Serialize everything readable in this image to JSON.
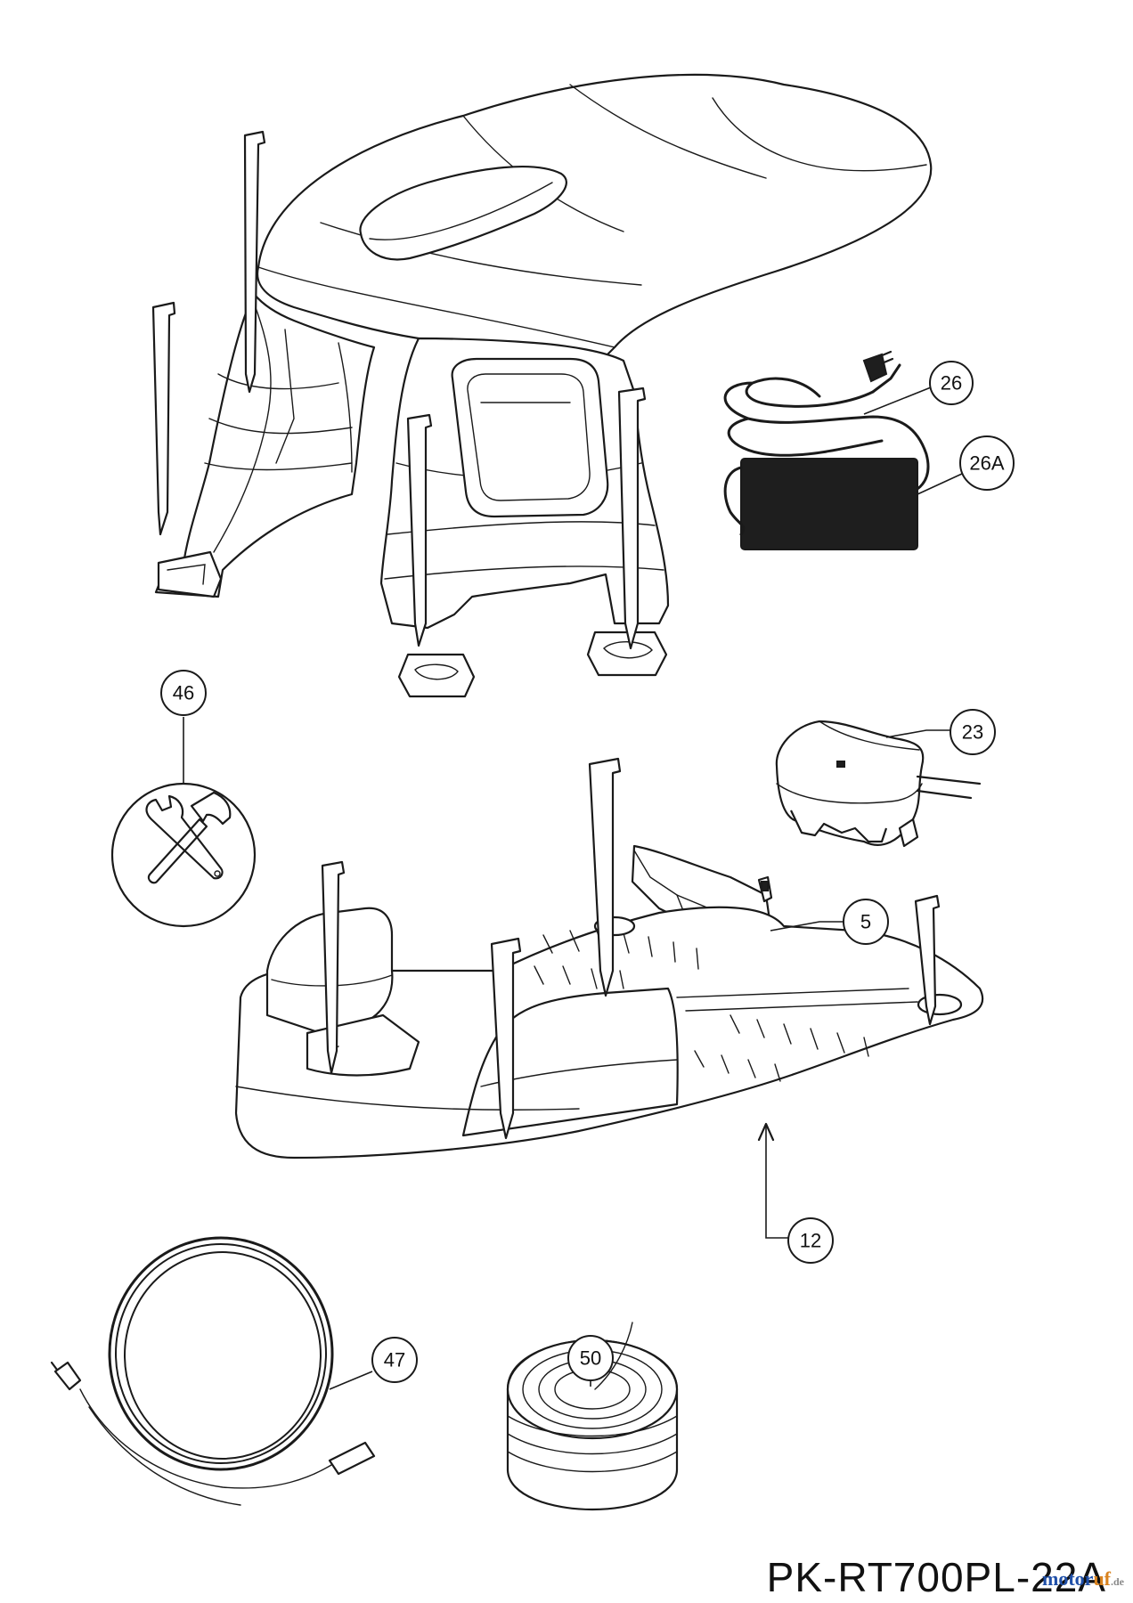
{
  "callouts": [
    {
      "id": "c26",
      "label": "26"
    },
    {
      "id": "c26a",
      "label": "26A"
    },
    {
      "id": "c46",
      "label": "46"
    },
    {
      "id": "c23",
      "label": "23"
    },
    {
      "id": "c5",
      "label": "5"
    },
    {
      "id": "c12",
      "label": "12"
    },
    {
      "id": "c47",
      "label": "47"
    },
    {
      "id": "c50",
      "label": "50"
    }
  ],
  "model_code": "PK-RT700PL-22A",
  "watermark": {
    "part1": "motor",
    "part2": "uf",
    "part3": ".de"
  },
  "icons": [
    "wrench-hammer-icon"
  ]
}
